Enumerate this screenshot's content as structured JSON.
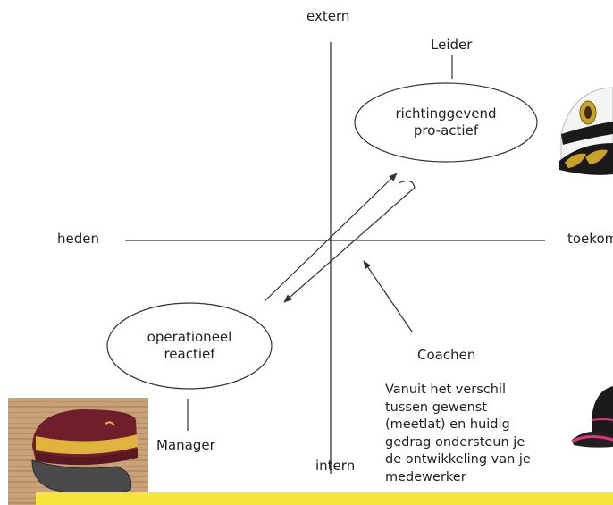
{
  "axes": {
    "top": "extern",
    "bottom": "intern",
    "left": "heden",
    "right": "toekom"
  },
  "roles": {
    "leader": "Leider",
    "manager": "Manager",
    "coach": "Coachen"
  },
  "ellipses": {
    "leader": [
      "richtinggevend",
      "pro-actief"
    ],
    "manager": [
      "operationeel",
      "reactief"
    ]
  },
  "coach_description": [
    "Vanuit het verschil",
    "tussen gewenst",
    "(meetlat) en huidig",
    "gedrag ondersteun je",
    "de ontwikkeling van je",
    "medewerker"
  ],
  "colors": {
    "line": "#333333",
    "highlight_band": "#f7e43a",
    "captain_cap": "#1a1a1a",
    "captain_gold": "#c9a227",
    "conductor_cap": "#6e1f2b",
    "conductor_band": "#e0b33c",
    "cap_pink": "#e8327c"
  },
  "images": [
    "captain-cap",
    "conductor-cap",
    "baseball-cap"
  ]
}
